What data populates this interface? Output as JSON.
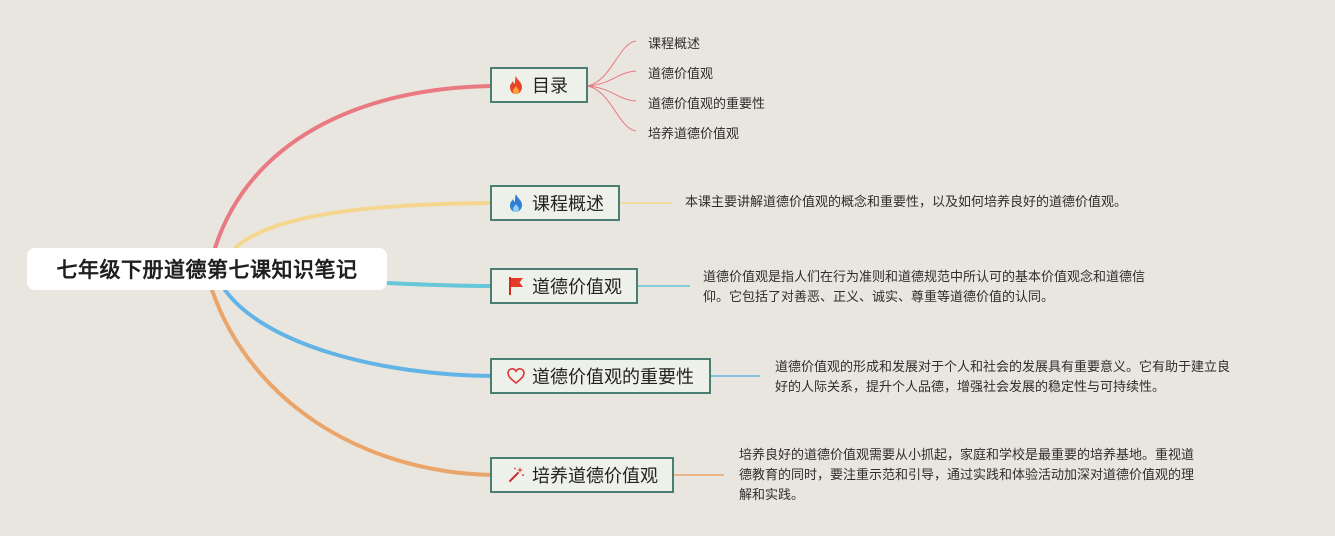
{
  "root": {
    "title": "七年级下册道德第七课知识笔记"
  },
  "branches": [
    {
      "id": "toc",
      "label": "目录",
      "icon": "fire-icon",
      "color": "#e97a82",
      "children": [
        "课程概述",
        "道德价值观",
        "道德价值观的重要性",
        "培养道德价值观"
      ]
    },
    {
      "id": "overview",
      "label": "课程概述",
      "icon": "blue-flame-icon",
      "color": "#f5d68f",
      "desc": [
        "本课主要讲解道德价值观的概念和重要性，以及如何培养良好的道德价值观。"
      ]
    },
    {
      "id": "values",
      "label": "道德价值观",
      "icon": "red-flag-icon",
      "color": "#67c6d8",
      "desc": [
        "道德价值观是指人们在行为准则和道德规范中所认可的基本价值观念和道德信",
        "仰。它包括了对善恶、正义、诚实、尊重等道德价值的认同。"
      ]
    },
    {
      "id": "importance",
      "label": "道德价值观的重要性",
      "icon": "heart-outline-icon",
      "color": "#63b4e6",
      "desc": [
        "道德价值观的形成和发展对于个人和社会的发展具有重要意义。它有助于建立良",
        "好的人际关系，提升个人品德，增强社会发展的稳定性与可持续性。"
      ]
    },
    {
      "id": "cultivate",
      "label": "培养道德价值观",
      "icon": "magic-wand-icon",
      "color": "#eaa56a",
      "desc": [
        "培养良好的道德价值观需要从小抓起，家庭和学校是最重要的培养基地。重视道",
        "德教育的同时，要注重示范和引导，通过实践和体验活动加深对道德价值观的理",
        "解和实践。"
      ]
    }
  ]
}
